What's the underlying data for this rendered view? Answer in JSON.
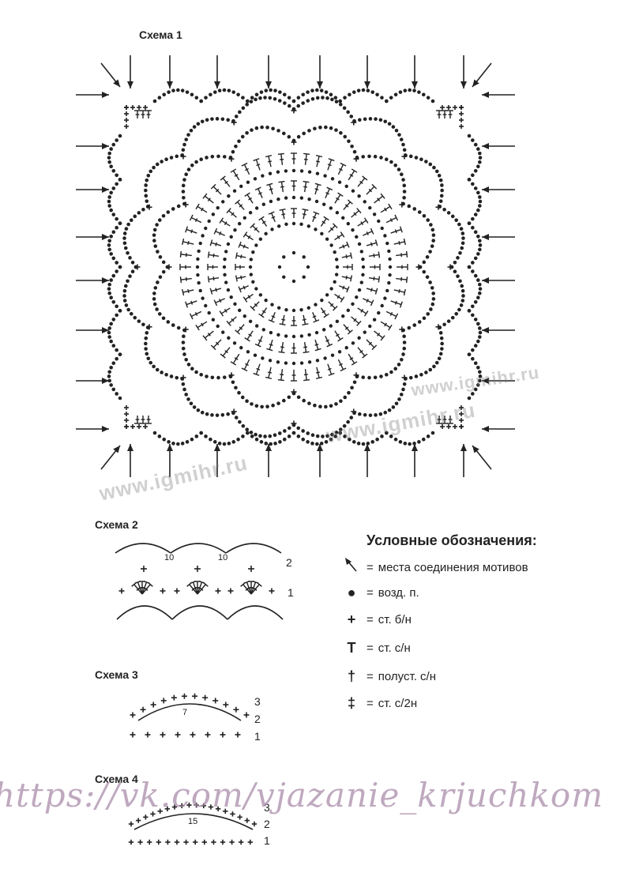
{
  "schemes": {
    "s1": "Схема 1",
    "s2": "Схема 2",
    "s3": "Схема 3",
    "s4": "Схема 4"
  },
  "watermarks": {
    "site1": "www.igmihr.ru",
    "site2": "www.igmihr.ru",
    "site3": "www.igmihr.ru",
    "vk": "https://vk.com/vjazanie_krjuchkom"
  },
  "legend": {
    "title": "Условные обозначения:",
    "items": [
      {
        "symbol": "arrow",
        "eq": "=",
        "text": "места соединения мотивов"
      },
      {
        "symbol": "●",
        "eq": "=",
        "text": "возд. п."
      },
      {
        "symbol": "+",
        "eq": "=",
        "text": "ст. б/н"
      },
      {
        "symbol": "T",
        "eq": "=",
        "text": "ст. с/н"
      },
      {
        "symbol": "†",
        "eq": "=",
        "text": "полуст. с/н"
      },
      {
        "symbol": "‡",
        "eq": "=",
        "text": "ст. с/2н"
      }
    ]
  },
  "scheme2": {
    "chain_a": "10",
    "chain_b": "10",
    "row2": "2",
    "row1": "1"
  },
  "scheme3": {
    "chain": "7",
    "row3": "3",
    "row2": "2",
    "row1": "1"
  },
  "scheme4": {
    "chain": "15",
    "row3": "3",
    "row2": "2",
    "row1": "1"
  }
}
